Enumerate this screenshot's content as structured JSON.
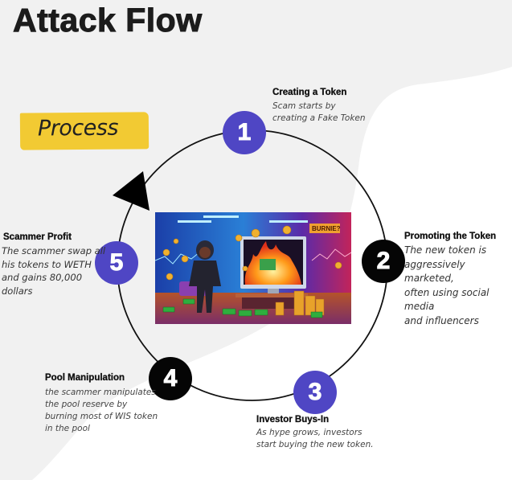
{
  "title": "Attack Flow",
  "process_label": "Process",
  "colors": {
    "background": "#f1f1f1",
    "accent_yellow": "#f2ca33",
    "badge_purple": "#4f46c4",
    "badge_black": "#050505",
    "cycle_line": "#111111"
  },
  "hero_image": {
    "description": "Hooded scammer in front of a monitor with burning cash, surrounded by coins and money stacks",
    "sign_text": "BURNIE?"
  },
  "steps": [
    {
      "number": "1",
      "title": "Creating a Token",
      "description": [
        "Scam starts by",
        "creating a Fake Token"
      ],
      "badge_color": "purple"
    },
    {
      "number": "2",
      "title": "Promoting the Token",
      "description": [
        "The new token is",
        "aggressively marketed,",
        "often using social media",
        "and influencers"
      ],
      "badge_color": "black"
    },
    {
      "number": "3",
      "title": "Investor Buys-In",
      "description": [
        "As hype grows, investors",
        "start buying the new token."
      ],
      "badge_color": "purple"
    },
    {
      "number": "4",
      "title": "Pool Manipulation",
      "description": [
        "the scammer manipulates",
        "the pool reserve by",
        "burning most of WIS token",
        "in the pool"
      ],
      "badge_color": "black"
    },
    {
      "number": "5",
      "title": "Scammer Profit",
      "description": [
        "The scammer swap all",
        "his tokens to WETH",
        "and gains 80,000",
        "dollars"
      ],
      "badge_color": "purple"
    }
  ]
}
